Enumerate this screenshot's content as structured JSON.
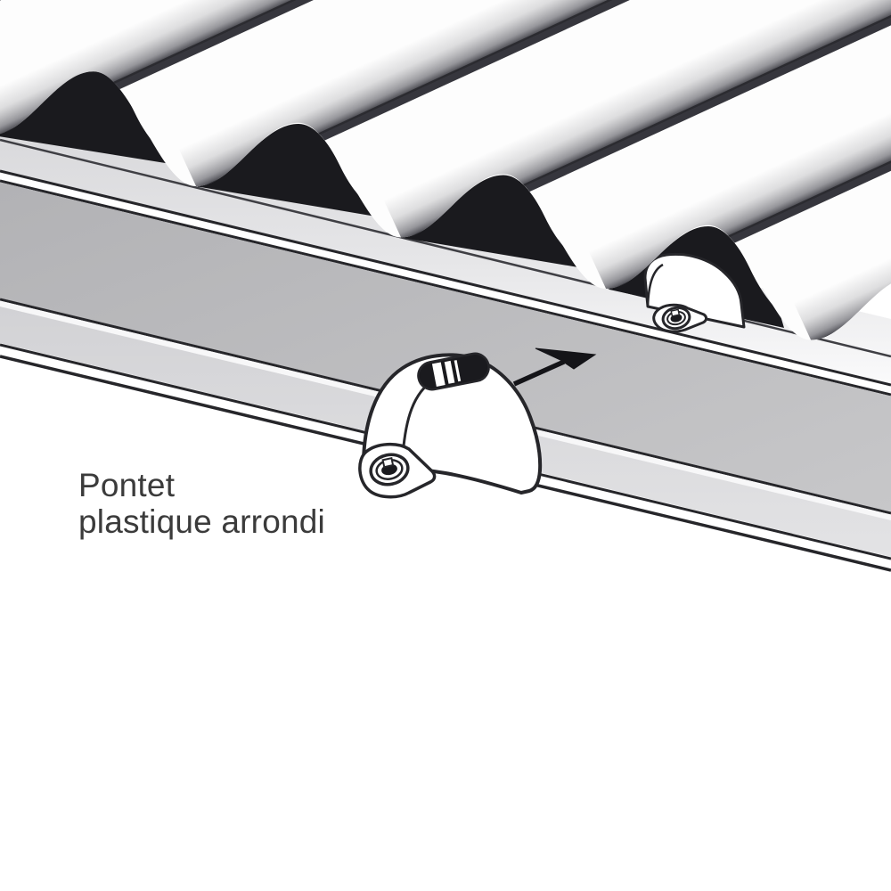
{
  "diagram": {
    "type": "technical-illustration",
    "subject": "Installation of a rounded plastic bridge spacer on a purlin under corrugated roofing sheet",
    "label": {
      "line1": "Pontet",
      "line2": "plastique arrondi"
    },
    "components": [
      "corrugated-roof-sheet",
      "purlin-rail",
      "plastic-bridge-main",
      "plastic-bridge-installed",
      "direction-arrow"
    ],
    "colors": {
      "background": "#ffffff",
      "sheet_white": "#fdfdfd",
      "purlin_web_gray": "#bcbcbe",
      "purlin_flange_gray": "#d9d9db",
      "top_flange_light": "#e2e2e4",
      "shadow_dark": "#1a1a1e",
      "outline": "#26262a",
      "arrow_black": "#141418",
      "label_text": "#3b3b3b"
    }
  }
}
